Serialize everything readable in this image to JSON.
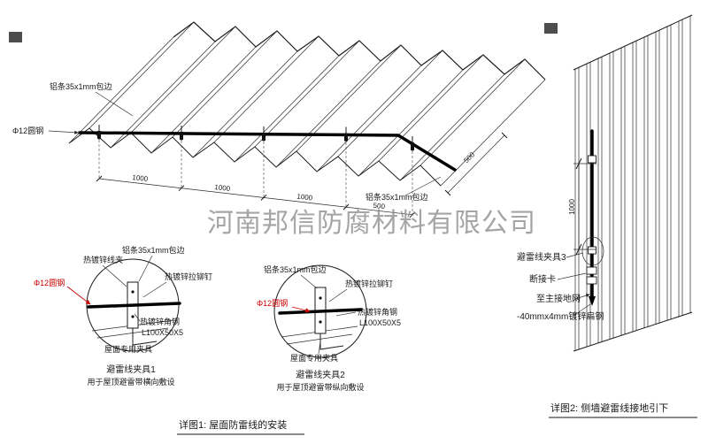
{
  "company_watermark": "河南邦信防腐材料有限公司",
  "roof": {
    "label_alu_top": "铝条35x1mm包边",
    "label_round_steel": "Φ12圆钢",
    "label_alu_right": "铝条35x1mm包边",
    "dims": {
      "d1": "1000",
      "d2": "1000",
      "d3": "1000",
      "d4": "500",
      "d5": "500"
    }
  },
  "detail1": {
    "label_wire_clamp": "热镀锌线夹",
    "label_alu": "铝条35x1mm包边",
    "label_rivet": "热镀锌拉铆钉",
    "label_round_steel": "Φ12圆钢",
    "label_angle_steel": "热镀锌角钢",
    "label_angle_spec": "L100X50X5",
    "label_roof_clamp": "屋面专用夹具",
    "title": "避雷线夹具1",
    "subtitle": "用于屋顶避雷带横向敷设"
  },
  "detail2": {
    "label_alu": "铝条35x1mm包边",
    "label_rivet": "热镀锌拉铆钉",
    "label_round_steel": "Φ12圆钢",
    "label_angle_steel": "热镀锌角钢",
    "label_angle_spec": "L100X50X5",
    "label_roof_clamp": "屋面专用夹具",
    "title": "避雷线夹具2",
    "subtitle": "用于屋顶避雷带纵向敷设"
  },
  "wall": {
    "label_clamp3": "避雷线夹具3",
    "label_disconnect": "断接卡",
    "label_to_ground": "至主接地网",
    "label_flat_steel": "-40mmx4mm镀锌扁钢",
    "dim_vertical": "1000"
  },
  "captions": {
    "detail1": "详图1: 屋面防雷线的安装",
    "detail2": "详图2: 侧墙避雷线接地引下"
  }
}
